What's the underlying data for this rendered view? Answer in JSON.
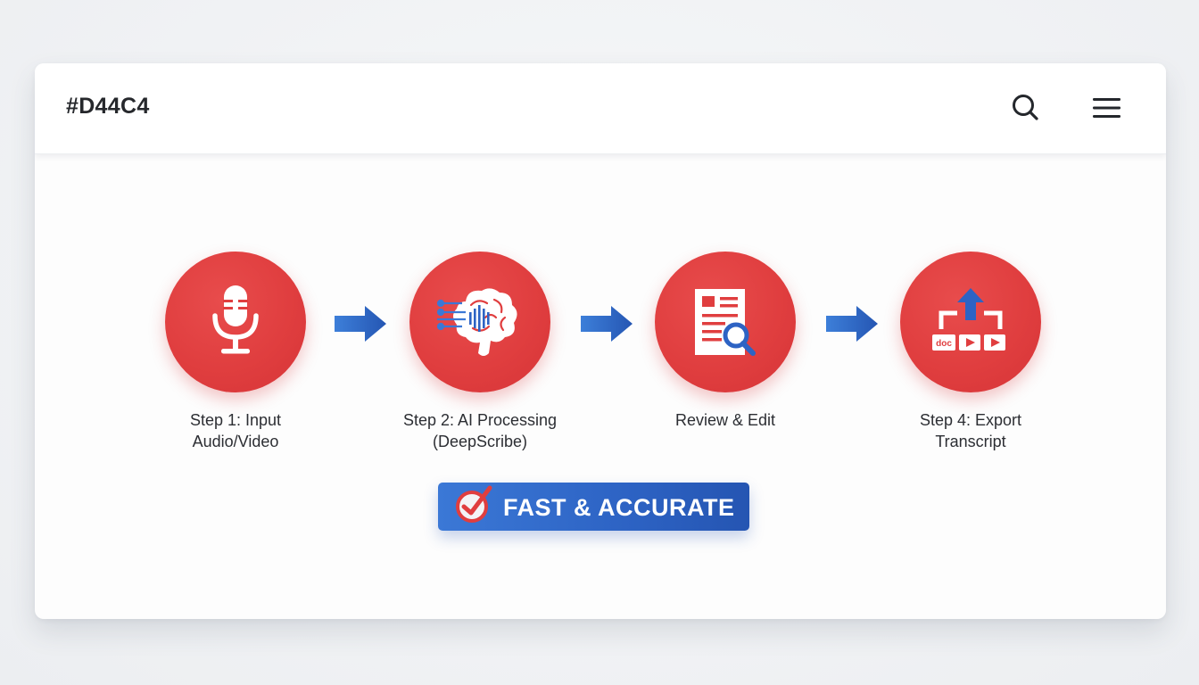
{
  "header": {
    "title": "#D44C4",
    "search_icon": "search-icon",
    "menu_icon": "hamburger-menu-icon"
  },
  "colors": {
    "step_circle": "#e03e3f",
    "arrow": "#2d63c4",
    "badge": "#2d63c4",
    "title_text": "#26282c",
    "label_text": "#2c2e33"
  },
  "steps": [
    {
      "label_line1": "Step 1: Input",
      "label_line2": "Audio/Video",
      "icon": "microphone-icon"
    },
    {
      "label_line1": "Step 2: AI Processing",
      "label_line2": "(DeepScribe)",
      "icon": "brain-waveform-icon"
    },
    {
      "label_line1": "Review & Edit",
      "label_line2": "",
      "icon": "document-search-icon"
    },
    {
      "label_line1": "Step 4: Export",
      "label_line2": "Transcript",
      "icon": "export-upload-icon",
      "export_tags": [
        "doc",
        "▶",
        "▶"
      ]
    }
  ],
  "arrows": [
    "arrow-right-icon",
    "arrow-right-icon",
    "arrow-right-icon"
  ],
  "badge": {
    "label": "FAST & ACCURATE",
    "icon": "checkmark-circle-icon"
  }
}
